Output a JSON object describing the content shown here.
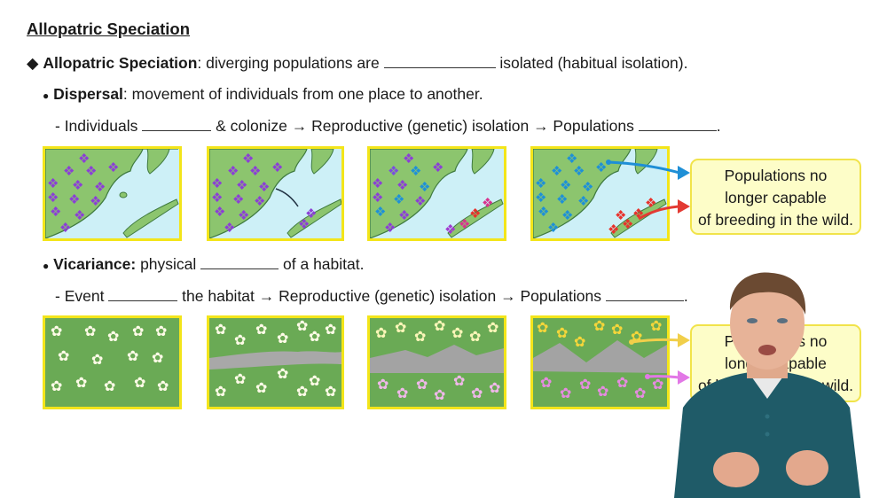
{
  "title": "Allopatric Speciation",
  "main_bullet": {
    "term": "Allopatric Speciation",
    "text_before": ": diverging populations are ",
    "text_after": " isolated (habitual isolation)."
  },
  "dispersal": {
    "term": "Dispersal",
    "definition": ": movement of individuals from one place to another.",
    "line_prefix": "- Individuals ",
    "line_mid": " & colonize → Reproductive (genetic) isolation → Populations ",
    "line_end": "."
  },
  "vicariance": {
    "term": "Vicariance:",
    "text_before": " physical ",
    "text_after": " of a habitat.",
    "line_prefix": "- Event ",
    "line_mid": " the habitat → Reproductive (genetic) isolation → Populations ",
    "line_end": "."
  },
  "callouts": {
    "dispersal": [
      "Populations no",
      "longer capable",
      "of breeding in the wild."
    ],
    "vicariance": [
      "Populations no",
      "longer capable",
      "of breeding in the wild."
    ]
  },
  "colors": {
    "panel_border": "#f3e51a",
    "land": "#8cc56e",
    "water": "#cdf0f7",
    "field": "#6aaa55",
    "mountain": "#a3a3a3",
    "purple_butterfly": "#8b3fd6",
    "blue_butterfly": "#1e90d8",
    "red_butterfly": "#e8322c",
    "yellow_flower": "#f5d63a",
    "pink_flower": "#e58be0",
    "callout_bg": "#fdfdc8",
    "shirt": "#1f5b68"
  }
}
